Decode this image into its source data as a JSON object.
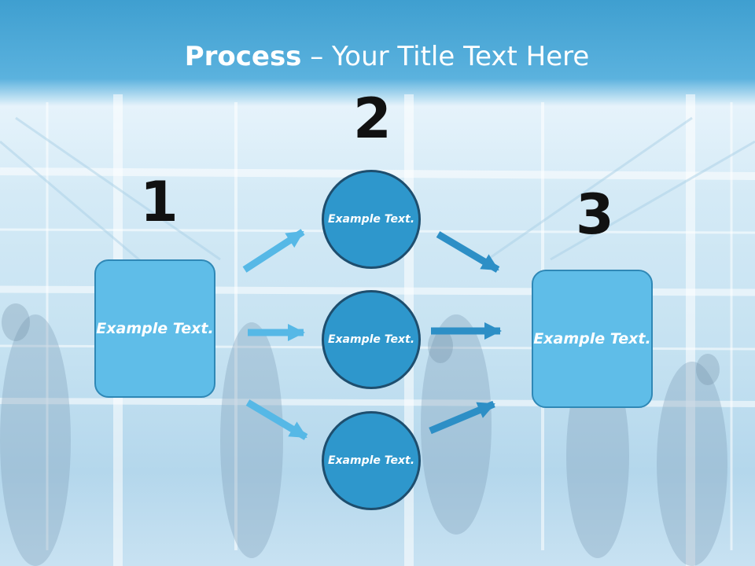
{
  "title": {
    "bold": "Process",
    "rest": " – Your Title Text Here"
  },
  "steps": {
    "step1": {
      "number": "1",
      "text": "Example Text."
    },
    "step2": {
      "number": "2",
      "items": [
        "Example Text.",
        "Example Text.",
        "Example Text."
      ]
    },
    "step3": {
      "number": "3",
      "text": "Example Text."
    }
  },
  "colors": {
    "header_blue": "#3f9fd0",
    "box_fill": "#5fbde8",
    "box_border": "#2f88b6",
    "circle_fill": "#2e97cc",
    "circle_border": "#1e4e6e",
    "arrow_light": "#56b8e6",
    "arrow_dark": "#2d8fc6"
  }
}
